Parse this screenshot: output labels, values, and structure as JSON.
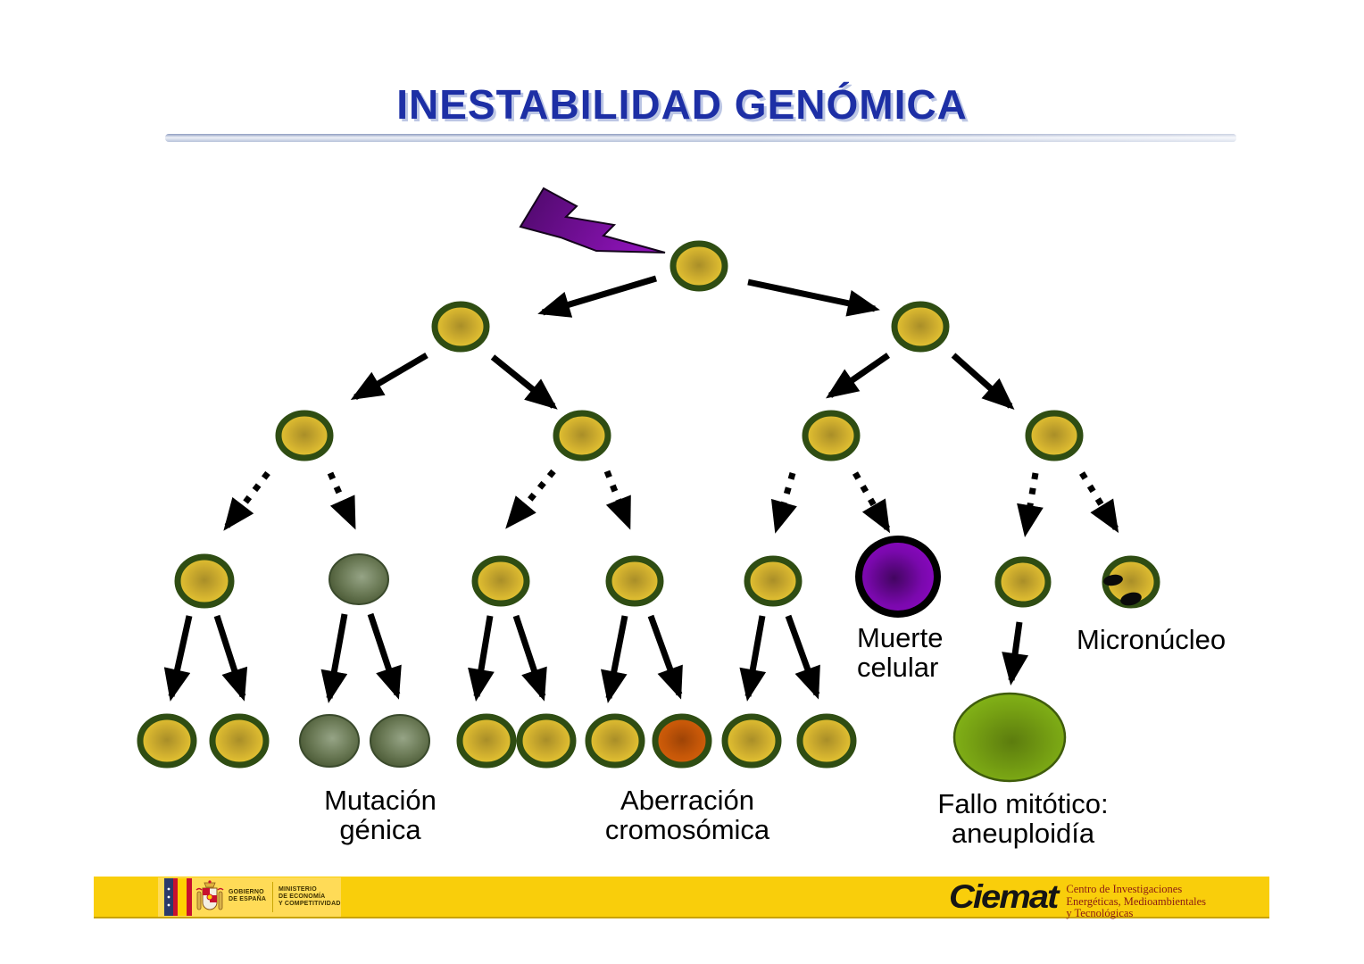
{
  "slide": {
    "title": "INESTABILIDAD GENÓMICA",
    "labels": {
      "muerte": {
        "line1": "Muerte",
        "line2": "celular"
      },
      "micronucleo": {
        "text": "Micronúcleo"
      },
      "mutacion": {
        "line1": "Mutación",
        "line2": "génica"
      },
      "aberracion": {
        "line1": "Aberración",
        "line2": "cromosómica"
      },
      "fallo": {
        "line1": "Fallo mitótico:",
        "line2": "aneuploidía"
      }
    },
    "colors": {
      "title_blue": "#1d2fa5",
      "cell_yellow": "#edc72f",
      "cell_ring_green": "#2f4d13",
      "mutated_cell_olive": "#5c6b47",
      "aberrant_cell_orange": "#d95f10",
      "dead_cell_purple": "#8f08c4",
      "aneuploid_cell_green": "#8fc31f",
      "lightning_purple": "#6a0c8e",
      "arrow_black": "#000000",
      "footer_yellow": "#f9ce0b",
      "footer_logo_block": "#ffdb57",
      "ciemat_red": "#8b1a14",
      "gov_text": "#3d3100",
      "label_black": "#000000"
    },
    "diagram": {
      "trigger_icon": "lightning-bolt",
      "generations": [
        {
          "row": 1,
          "cells": [
            "normal"
          ]
        },
        {
          "row": 2,
          "cells": [
            "normal",
            "normal"
          ]
        },
        {
          "row": 3,
          "cells": [
            "normal",
            "normal",
            "normal",
            "normal"
          ]
        },
        {
          "row": 4,
          "cells": [
            "normal",
            "mutated",
            "normal",
            "normal",
            "normal",
            "dead",
            "normal",
            "micronucleus"
          ]
        },
        {
          "row": 5,
          "cells": [
            "normal",
            "normal",
            "mutated",
            "mutated",
            "normal",
            "normal",
            "normal",
            "aberrant",
            "normal",
            "normal",
            "aneuploid"
          ]
        }
      ],
      "arrow_styles": {
        "division": "solid",
        "delayed_effect": "dashed"
      }
    }
  },
  "footer": {
    "gobierno": {
      "line1": "GOBIERNO",
      "line2": "DE ESPAÑA"
    },
    "ministerio": {
      "line1": "MINISTERIO",
      "line2": "DE ECONOMÍA",
      "line3": "Y COMPETITIVIDAD"
    },
    "ciemat": {
      "wordmark": "Ciemat",
      "desc_line1": "Centro de Investigaciones",
      "desc_line2": "Energéticas, Medioambientales",
      "desc_line3": "y Tecnológicas"
    }
  }
}
